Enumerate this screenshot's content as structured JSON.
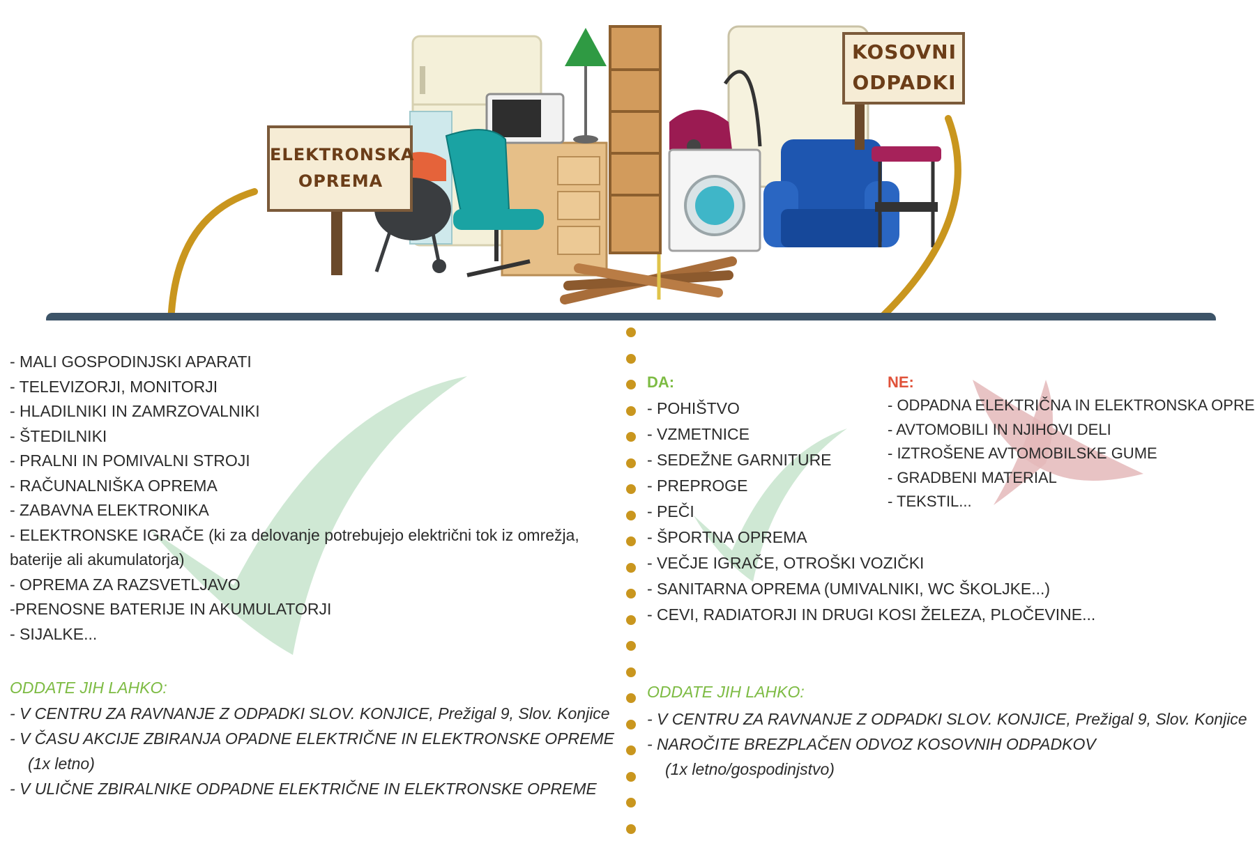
{
  "signs": {
    "left": [
      "ELEKTRONSKA",
      "OPREMA"
    ],
    "right": [
      "KOSOVNI",
      "ODPADKI"
    ]
  },
  "left_items": [
    "- MALI GOSPODINJSKI APARATI",
    "- TELEVIZORJI, MONITORJI",
    "- HLADILNIKI IN ZAMRZOVALNIKI",
    "- ŠTEDILNIKI",
    "- PRALNI IN POMIVALNI STROJI",
    "- RAČUNALNIŠKA OPREMA",
    "- ZABAVNA ELEKTRONIKA",
    "- ELEKTRONSKE IGRAČE (ki za delovanje potrebujejo električni tok iz omrežja, baterije ali akumulatorja)",
    "- OPREMA ZA RAZSVETLJAVO",
    "-PRENOSNE BATERIJE IN AKUMULATORJI",
    "- SIJALKE..."
  ],
  "left_drop": {
    "title": "ODDATE JIH LAHKO:",
    "items": [
      "- V CENTRU ZA RAVNANJE Z ODPADKI SLOV. KONJICE, Prežigal 9, Slov. Konjice",
      "- V ČASU AKCIJE ZBIRANJA OPADNE ELEKTRIČNE IN ELEKTRONSKE OPREME",
      "(1x letno)",
      "- V ULIČNE ZBIRALNIKE ODPADNE ELEKTRIČNE IN ELEKTRONSKE OPREME"
    ]
  },
  "da": {
    "label": "DA:",
    "items": [
      "- POHIŠTVO",
      "- VZMETNICE",
      "- SEDEŽNE GARNITURE",
      "- PREPROGE",
      "- PEČI",
      "- ŠPORTNA OPREMA",
      "- VEČJE IGRAČE, OTROŠKI VOZIČKI",
      "- SANITARNA OPREMA (UMIVALNIKI, WC ŠKOLJKE...)",
      "- CEVI, RADIATORJI IN DRUGI KOSI ŽELEZA, PLOČEVINE..."
    ]
  },
  "ne": {
    "label": "NE:",
    "items": [
      "- ODPADNA ELEKTRIČNA IN ELEKTRONSKA OPREMA",
      "- AVTOMOBILI IN NJIHOVI DELI",
      "- IZTROŠENE AVTOMOBILSKE GUME",
      "- GRADBENI MATERIAL",
      "- TEKSTIL..."
    ]
  },
  "right_drop": {
    "title": "ODDATE JIH LAHKO:",
    "items": [
      "- V CENTRU ZA RAVNANJE Z ODPADKI SLOV. KONJICE, Prežigal 9, Slov. Konjice",
      "- NAROČITE BREZPLAČEN ODVOZ KOSOVNIH ODPADKOV",
      "(1x letno/gospodinjstvo)"
    ]
  },
  "colors": {
    "accent_green": "#7dbb43",
    "accent_red": "#e0523a",
    "arrow_gold": "#c9961e",
    "divider": "#3d5468",
    "sign_text": "#6b3d18"
  },
  "icons": [
    "check-mark-icon",
    "cross-mark-icon",
    "curved-arrow-icon"
  ]
}
